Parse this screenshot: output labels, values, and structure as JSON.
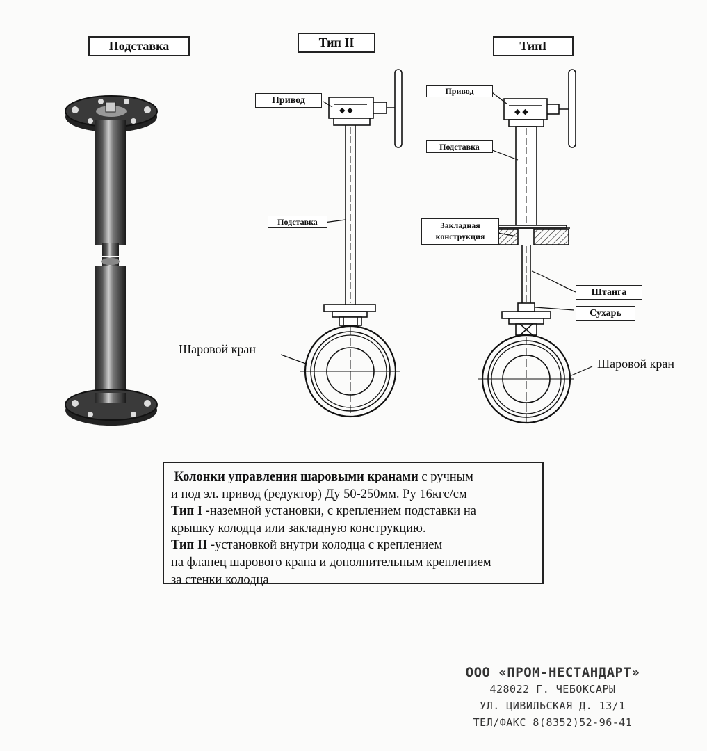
{
  "titles": {
    "podstavka": "Подставка",
    "tip2": "Тип II",
    "tip1": "ТипI"
  },
  "labels": {
    "privod_left": "Привод",
    "podstavka_left": "Подставка",
    "privod_right": "Привод",
    "podstavka_right": "Подставка",
    "zakladnaya_line1": "Закладная",
    "zakladnaya_line2": "конструкция",
    "shtanga": "Штанга",
    "sukhar": "Сухарь",
    "sharovoy_left": "Шаровой кран",
    "sharovoy_right": "Шаровой кран"
  },
  "description": {
    "heading_bold": "Колонки управления шаровыми кранами",
    "heading_rest": " с ручным",
    "line2": "и под эл. привод (редуктор) Ду 50-250мм. Ру 16кгс/см",
    "type1_bold": "Тип I",
    "type1_rest": " -наземной установки, с креплением подставки на",
    "type1_line2": "крышку колодца или закладную конструкцию.",
    "type2_bold": "Тип II",
    "type2_rest": " -установкой внутри колодца с креплением",
    "type2_line2": "на фланец шарового крана и дополнительным креплением",
    "type2_line3": "за стенки колодца"
  },
  "stamp": {
    "line1": "ООО «ПРОМ-НЕСТАНДАРТ»",
    "line2": "428022 Г. ЧЕБОКСАРЫ",
    "line3": "УЛ. ЦИВИЛЬСКАЯ Д. 13/1",
    "line4": "ТЕЛ/ФАКС 8(8352)52-96-41"
  }
}
